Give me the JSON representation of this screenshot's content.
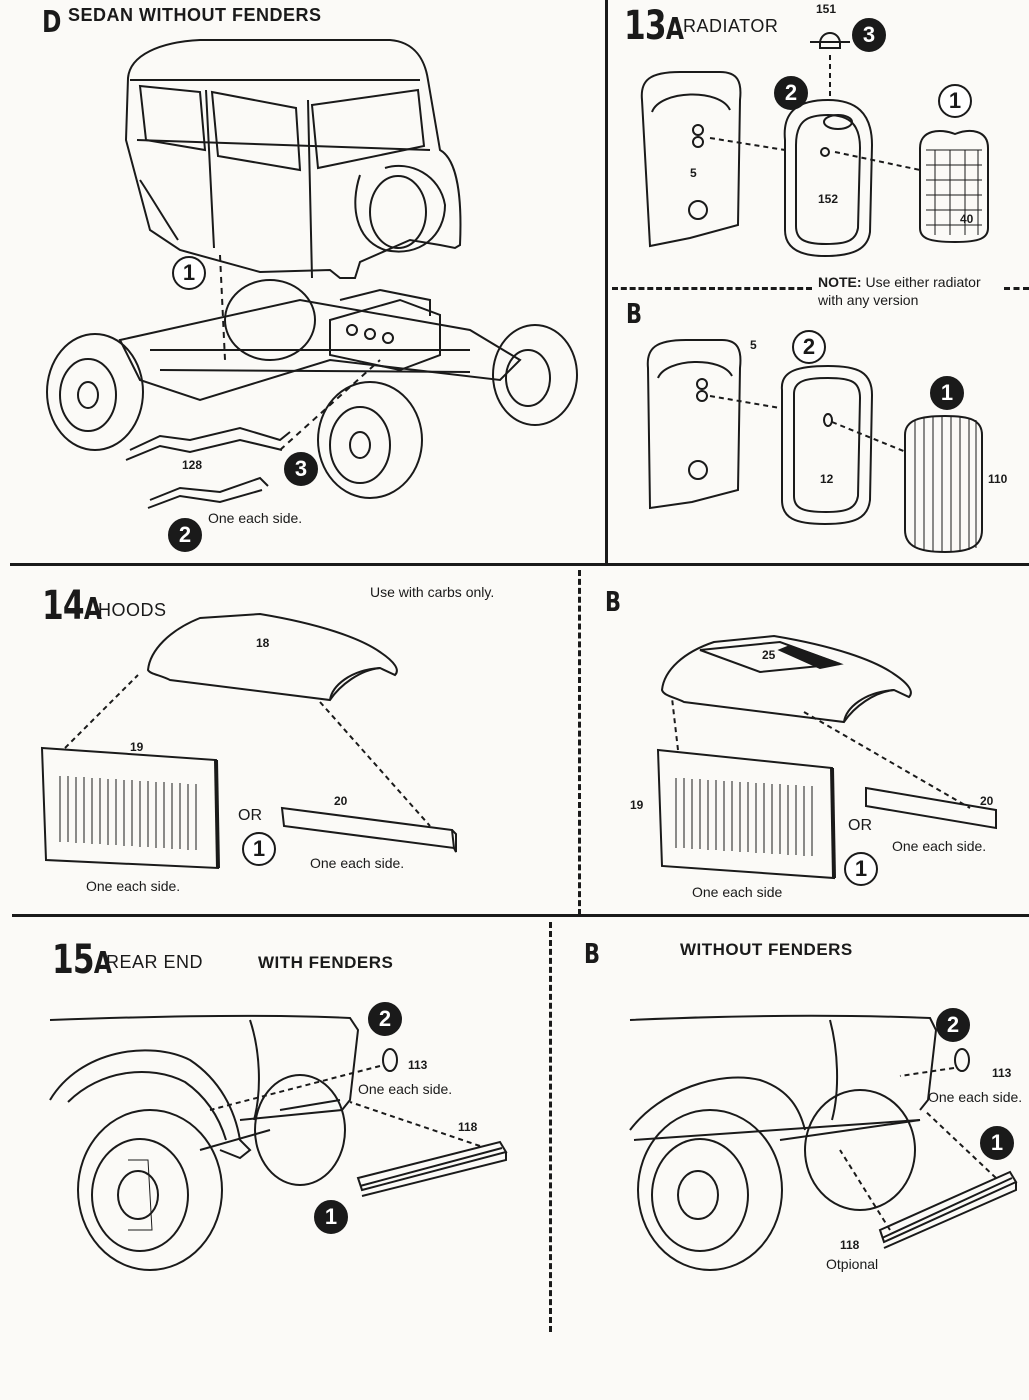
{
  "sections": {
    "d": {
      "letter": "D",
      "title": "SEDAN WITHOUT FENDERS",
      "parts": {
        "p128": "128"
      },
      "callouts": {
        "c1": "1",
        "c2": "2",
        "c3": "3"
      },
      "note": "One each side."
    },
    "s13": {
      "number": "13",
      "letter": "A",
      "title": "RADIATOR",
      "a_parts": {
        "p151": "151",
        "p5": "5",
        "p152": "152",
        "p40": "40"
      },
      "a_callouts": {
        "c1": "1",
        "c2": "2",
        "c3": "3"
      },
      "note_label": "NOTE:",
      "note_text": "Use either radiator",
      "note_text2": "with any version",
      "b_letter": "B",
      "b_parts": {
        "p5": "5",
        "p12": "12",
        "p110": "110"
      },
      "b_callouts": {
        "c1": "1",
        "c2": "2"
      }
    },
    "s14": {
      "number": "14",
      "letter": "A",
      "title": "HOODS",
      "carbs_note": "Use with carbs only.",
      "a_parts": {
        "p18": "18",
        "p19": "19",
        "p20": "20"
      },
      "or": "OR",
      "callout": "1",
      "each_side_a1": "One each side.",
      "each_side_a2": "One each side.",
      "b_letter": "B",
      "b_parts": {
        "p25": "25",
        "p19": "19",
        "p20": "20"
      },
      "b_or": "OR",
      "b_callout": "1",
      "each_side_b1": "One each side",
      "each_side_b2": "One each side."
    },
    "s15": {
      "number": "15",
      "letter": "A",
      "title": "REAR END",
      "subtitle_a": "WITH FENDERS",
      "a_parts": {
        "p113": "113",
        "p118": "118"
      },
      "a_callouts": {
        "c1": "1",
        "c2": "2"
      },
      "a_note": "One each side.",
      "b_letter": "B",
      "subtitle_b": "WITHOUT FENDERS",
      "b_parts": {
        "p113": "113",
        "p118": "118"
      },
      "b_callouts": {
        "c1": "1",
        "c2": "2"
      },
      "b_note": "One each side.",
      "b_optional": "Otpional"
    }
  }
}
